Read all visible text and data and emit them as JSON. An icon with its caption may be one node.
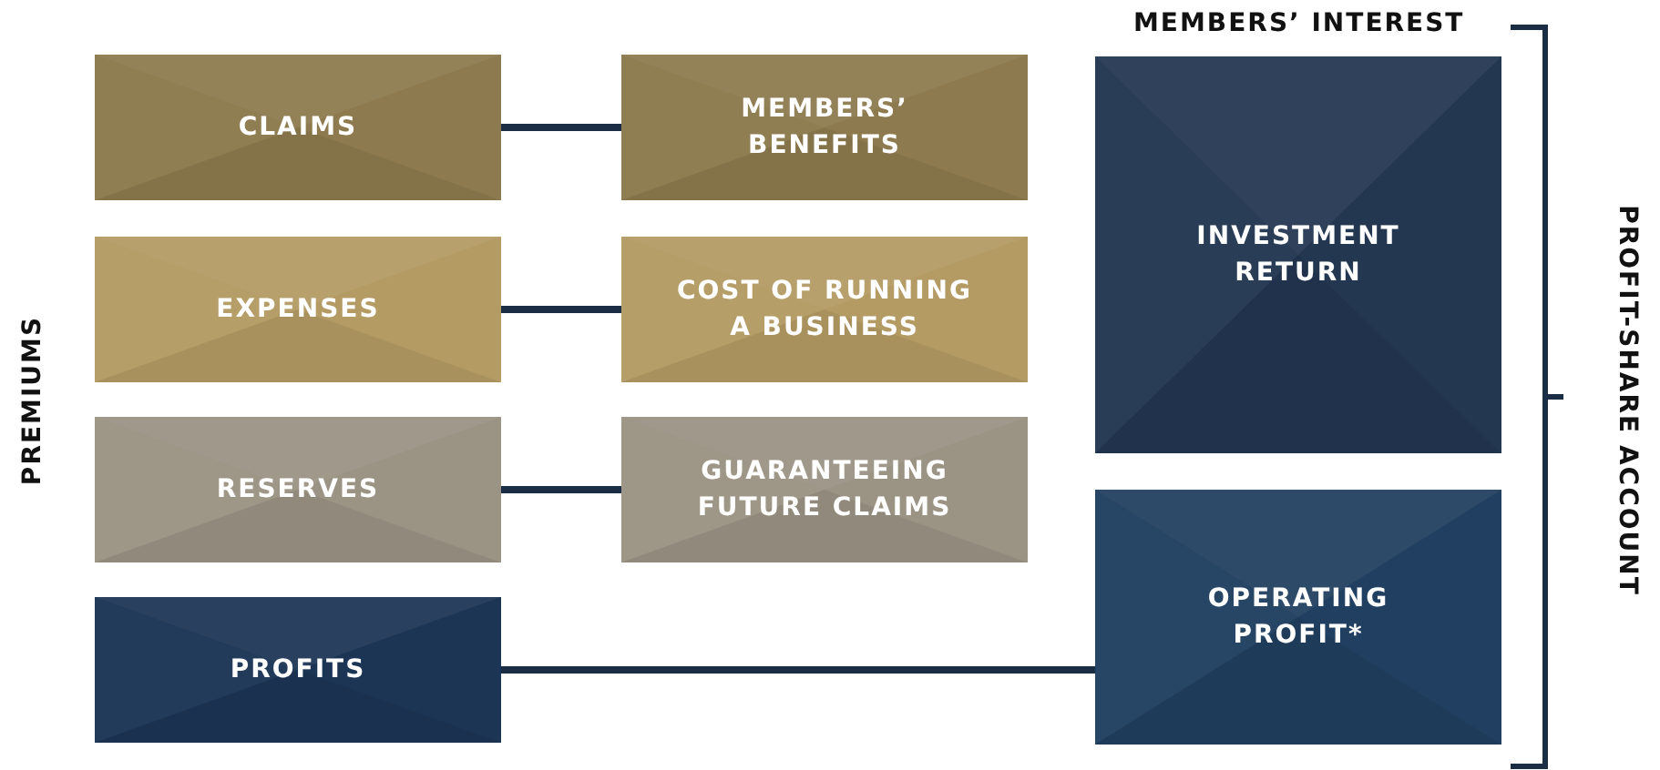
{
  "diagram": {
    "nodes": [
      {
        "text": [
          "CLAIMS"
        ]
      },
      {
        "text": [
          "MEMBERS’ BENEFITS"
        ]
      },
      {
        "text": [
          "EXPENSES"
        ]
      },
      {
        "text": [
          "COST OF RUNNING A BUSINESS"
        ]
      },
      {
        "text": [
          "RESERVES"
        ]
      },
      {
        "text": [
          "GUARANTEEING FUTURE CLAIMS"
        ]
      },
      {
        "text": [
          "PROFITS"
        ]
      },
      {
        "text": [
          "INVESTMENT RETURN"
        ]
      },
      {
        "text": [
          "OPERATING PROFIT*"
        ]
      }
    ],
    "edges": [
      {
        "from": 0,
        "to": 1,
        "arrow": "none"
      },
      {
        "from": 2,
        "to": 3,
        "arrow": "none"
      },
      {
        "from": 4,
        "to": 5,
        "arrow": "none"
      },
      {
        "from": 6,
        "to": 8,
        "arrow": "none"
      }
    ],
    "labels": [
      "PREMIUMS",
      "MEMBERS’ INTEREST",
      "PROFIT-SHARE ACCOUNT"
    ]
  }
}
